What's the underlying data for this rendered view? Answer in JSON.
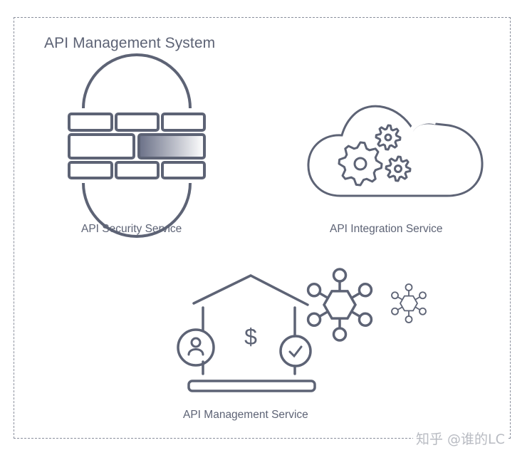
{
  "title": "API Management System",
  "services": {
    "security": {
      "label": "API Security Service",
      "icon": "firewall-icon"
    },
    "integration": {
      "label": "API Integration Service",
      "icon": "cloud-gears-icon"
    },
    "management": {
      "label": "API Management Service",
      "icon": "bank-network-icon",
      "currency_symbol": "$"
    }
  },
  "watermark": "知乎 @谁的LC",
  "colors": {
    "stroke": "#5d6375",
    "border": "#8a8f9c",
    "text": "#5d6375"
  }
}
